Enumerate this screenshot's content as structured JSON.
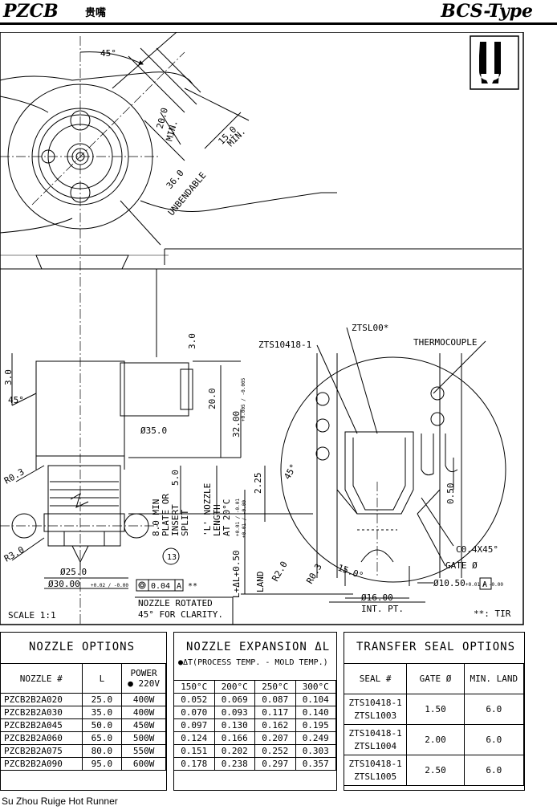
{
  "header": {
    "logo": "PZCB",
    "logo_cn": "贵嘴",
    "type": "BCS-Type"
  },
  "drawing": {
    "angle_45": "45°",
    "dim_20_min": "20.0",
    "dim_20_min_label": "MIN.",
    "dim_15_min": "15.0",
    "dim_15_min_label": "MIN.",
    "dim_36": "36.0",
    "dim_36_label": "UNBENDABLE",
    "dim_3": "3.0",
    "dim_3b": "3.0",
    "dim_45b": "45°",
    "dim_20b": "20.0",
    "dim_32": "32.00",
    "dim_32_tol": "+0.005 / -0.005",
    "dim_phi35": "Ø35.0",
    "dim_r03": "R0.3",
    "dim_5": "5.0",
    "dim_8_min": "8.0 MIN",
    "dim_plate": "PLATE OR",
    "dim_insert": "INSERT",
    "dim_split": "SPLIT",
    "l_nozzle_1": "'L' NOZZLE",
    "l_nozzle_2": "LENGTH",
    "l_nozzle_3": "AT 20°C",
    "l_tol": "+0.01 / -0.01",
    "dim_r3": "R3.0",
    "dim_phi25": "Ø25.0",
    "dim_phi30": "Ø30.00",
    "dim_phi30_tol": "+0.02 / -0.00",
    "callout_13": "13",
    "gdt_value": "0.04",
    "gdt_datum": "A",
    "gdt_mark": "**",
    "dim_lplus": "L+ΔL+0.50",
    "dim_lplus_tol": "+0.01 / -0.00",
    "note_rot_1": "NOZZLE ROTATED",
    "note_rot_2": "45° FOR CLARITY.",
    "scale": "SCALE 1:1",
    "tir": "**: TIR",
    "detail_zts": "ZTS10418-1",
    "detail_ztsl": "ZTSL00*",
    "detail_thermo": "THERMOCOUPLE",
    "detail_225": "2.25",
    "detail_45": "45°",
    "detail_050": "0.50",
    "detail_land": "LAND",
    "detail_r2": "R2.0",
    "detail_r03": "R0.3",
    "detail_15": "15.0°",
    "detail_c04": "C0.4X45°",
    "detail_gate": "GATE Ø",
    "detail_phi1050": "Ø10.50",
    "detail_phi1050_tol": "+0.01 / -0.00",
    "detail_datum": "A",
    "detail_phi16": "Ø16.00",
    "detail_intpt": "INT. PT."
  },
  "nozzle_options": {
    "title": "NOZZLE OPTIONS",
    "headers": [
      "NOZZLE #",
      "L",
      "POWER",
      "● 220V"
    ],
    "rows": [
      [
        "PZCB2B2A020",
        "25.0",
        "400W"
      ],
      [
        "PZCB2B2A030",
        "35.0",
        "400W"
      ],
      [
        "PZCB2B2A045",
        "50.0",
        "450W"
      ],
      [
        "PZCB2B2A060",
        "65.0",
        "500W"
      ],
      [
        "PZCB2B2A075",
        "80.0",
        "550W"
      ],
      [
        "PZCB2B2A090",
        "95.0",
        "600W"
      ]
    ]
  },
  "nozzle_expansion": {
    "title": "NOZZLE EXPANSION ΔL",
    "subtitle": "●ΔT(PROCESS TEMP. - MOLD TEMP.)",
    "headers": [
      "150°C",
      "200°C",
      "250°C",
      "300°C"
    ],
    "rows": [
      [
        "0.052",
        "0.069",
        "0.087",
        "0.104"
      ],
      [
        "0.070",
        "0.093",
        "0.117",
        "0.140"
      ],
      [
        "0.097",
        "0.130",
        "0.162",
        "0.195"
      ],
      [
        "0.124",
        "0.166",
        "0.207",
        "0.249"
      ],
      [
        "0.151",
        "0.202",
        "0.252",
        "0.303"
      ],
      [
        "0.178",
        "0.238",
        "0.297",
        "0.357"
      ]
    ]
  },
  "transfer_seal": {
    "title": "TRANSFER SEAL OPTIONS",
    "headers": [
      "SEAL #",
      "GATE Ø",
      "MIN. LAND"
    ],
    "rows": [
      [
        "ZTS10418-1",
        "ZTSL1003",
        "1.50",
        "6.0"
      ],
      [
        "ZTS10418-1",
        "ZTSL1004",
        "2.00",
        "6.0"
      ],
      [
        "ZTS10418-1",
        "ZTSL1005",
        "2.50",
        "6.0"
      ]
    ]
  },
  "footer": "Su Zhou Ruige Hot Runner"
}
